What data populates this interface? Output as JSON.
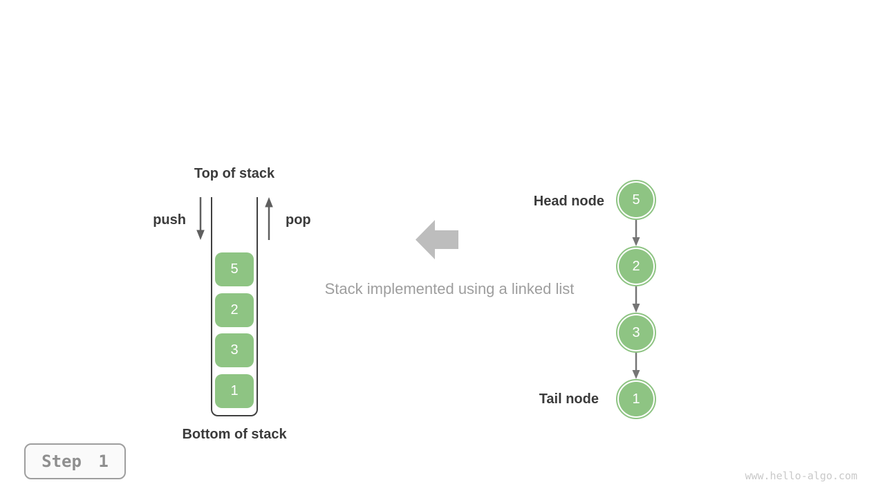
{
  "caption": {
    "text": "Stack implemented using a linked list"
  },
  "stack": {
    "top_label": "Top of stack",
    "bottom_label": "Bottom of stack",
    "push_label": "push",
    "pop_label": "pop",
    "items": [
      "5",
      "2",
      "3",
      "1"
    ]
  },
  "linked_list": {
    "head_label": "Head node",
    "tail_label": "Tail node",
    "nodes": [
      "5",
      "2",
      "3",
      "1"
    ]
  },
  "step_badge": {
    "label": "Step 1"
  },
  "watermark": {
    "text": "www.hello-algo.com"
  },
  "colors": {
    "node_green": "#8ec483",
    "label_dark": "#3b3b3b",
    "arrow_gray": "#5f5f5f",
    "big_arrow_gray": "#bdbdbd",
    "caption_gray": "#9e9e9e",
    "badge_gray": "#8f8f8f",
    "watermark_gray": "#c9c9c9"
  }
}
